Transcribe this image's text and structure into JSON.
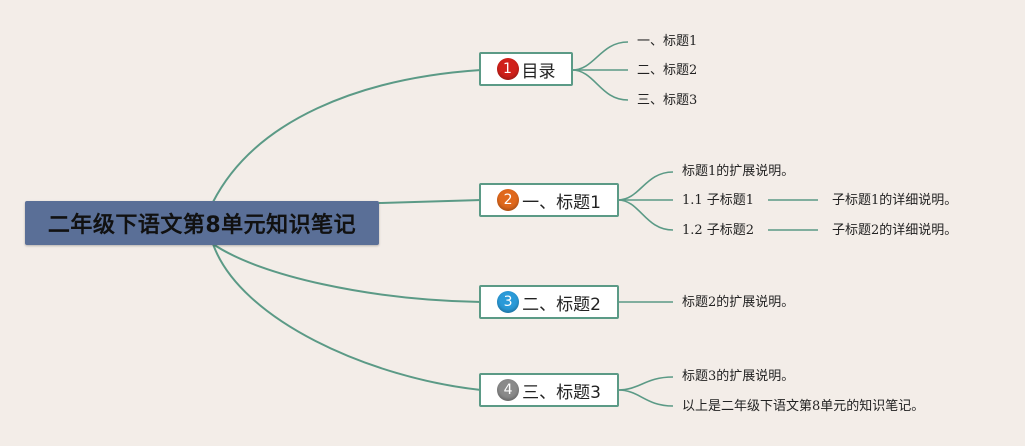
{
  "root": {
    "title": "二年级下语文第8单元知识笔记"
  },
  "branches": [
    {
      "number": "1",
      "label": "目录",
      "badge_color": "#d0201a",
      "children": [
        {
          "text": "一、标题1"
        },
        {
          "text": "二、标题2"
        },
        {
          "text": "三、标题3"
        }
      ]
    },
    {
      "number": "2",
      "label": "一、标题1",
      "badge_color": "#e0681c",
      "children": [
        {
          "text": "标题1的扩展说明。"
        },
        {
          "text": "1.1 子标题1",
          "child": "子标题1的详细说明。"
        },
        {
          "text": "1.2 子标题2",
          "child": "子标题2的详细说明。"
        }
      ]
    },
    {
      "number": "3",
      "label": "二、标题2",
      "badge_color": "#2a9ad8",
      "children": [
        {
          "text": "标题2的扩展说明。"
        }
      ]
    },
    {
      "number": "4",
      "label": "三、标题3",
      "badge_color": "#8a8a8a",
      "children": [
        {
          "text": "标题3的扩展说明。"
        },
        {
          "text": "以上是二年级下语文第8单元的知识笔记。"
        }
      ]
    }
  ],
  "colors": {
    "background": "#f3ede8",
    "connector": "#5b9a86",
    "root_fill": "#5a6f97"
  }
}
